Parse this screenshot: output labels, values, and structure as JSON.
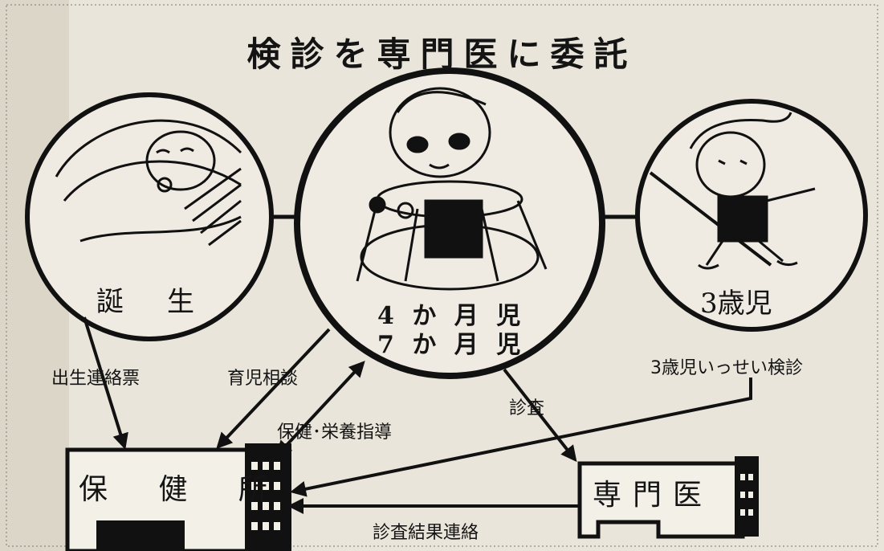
{
  "title": "検診を専門医に委託",
  "stages": {
    "birth": "誕　生",
    "infant_line1": "4 か 月 児",
    "infant_line2": "7 か 月 児",
    "toddler": "3歳児"
  },
  "buildings": {
    "health_center": "保 健 所",
    "specialist": "専門医"
  },
  "arrows": {
    "birth_notice": "出生連絡票",
    "childcare_consult": "育児相談",
    "health_nutrition_guidance": "保健･栄養指導",
    "examination": "診査",
    "three_year_exam": "3歳児いっせい検診",
    "exam_result_report": "診査結果連絡"
  }
}
